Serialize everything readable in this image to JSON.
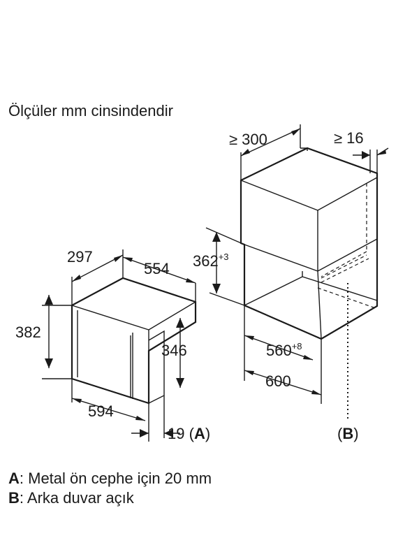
{
  "heading": "Ölçüler mm cinsindendir",
  "appliance": {
    "depth": "297",
    "width_top": "554",
    "height": "382",
    "front_height": "346",
    "width_bottom": "594",
    "front_thickness": "19",
    "ref_open": " (",
    "ref": "A",
    "ref_close": ")"
  },
  "niche": {
    "min_depth": "≥ 300",
    "min_gap": "≥ 16",
    "height": "362",
    "height_tol": "+3",
    "inner_width": "560",
    "inner_width_tol": "+8",
    "width": "600",
    "ref_open": "(",
    "ref": "B",
    "ref_close": ")"
  },
  "notes": [
    {
      "key": "A",
      "text": ": Metal ön cephe için 20 mm"
    },
    {
      "key": "B",
      "text": ": Arka duvar açık"
    }
  ]
}
